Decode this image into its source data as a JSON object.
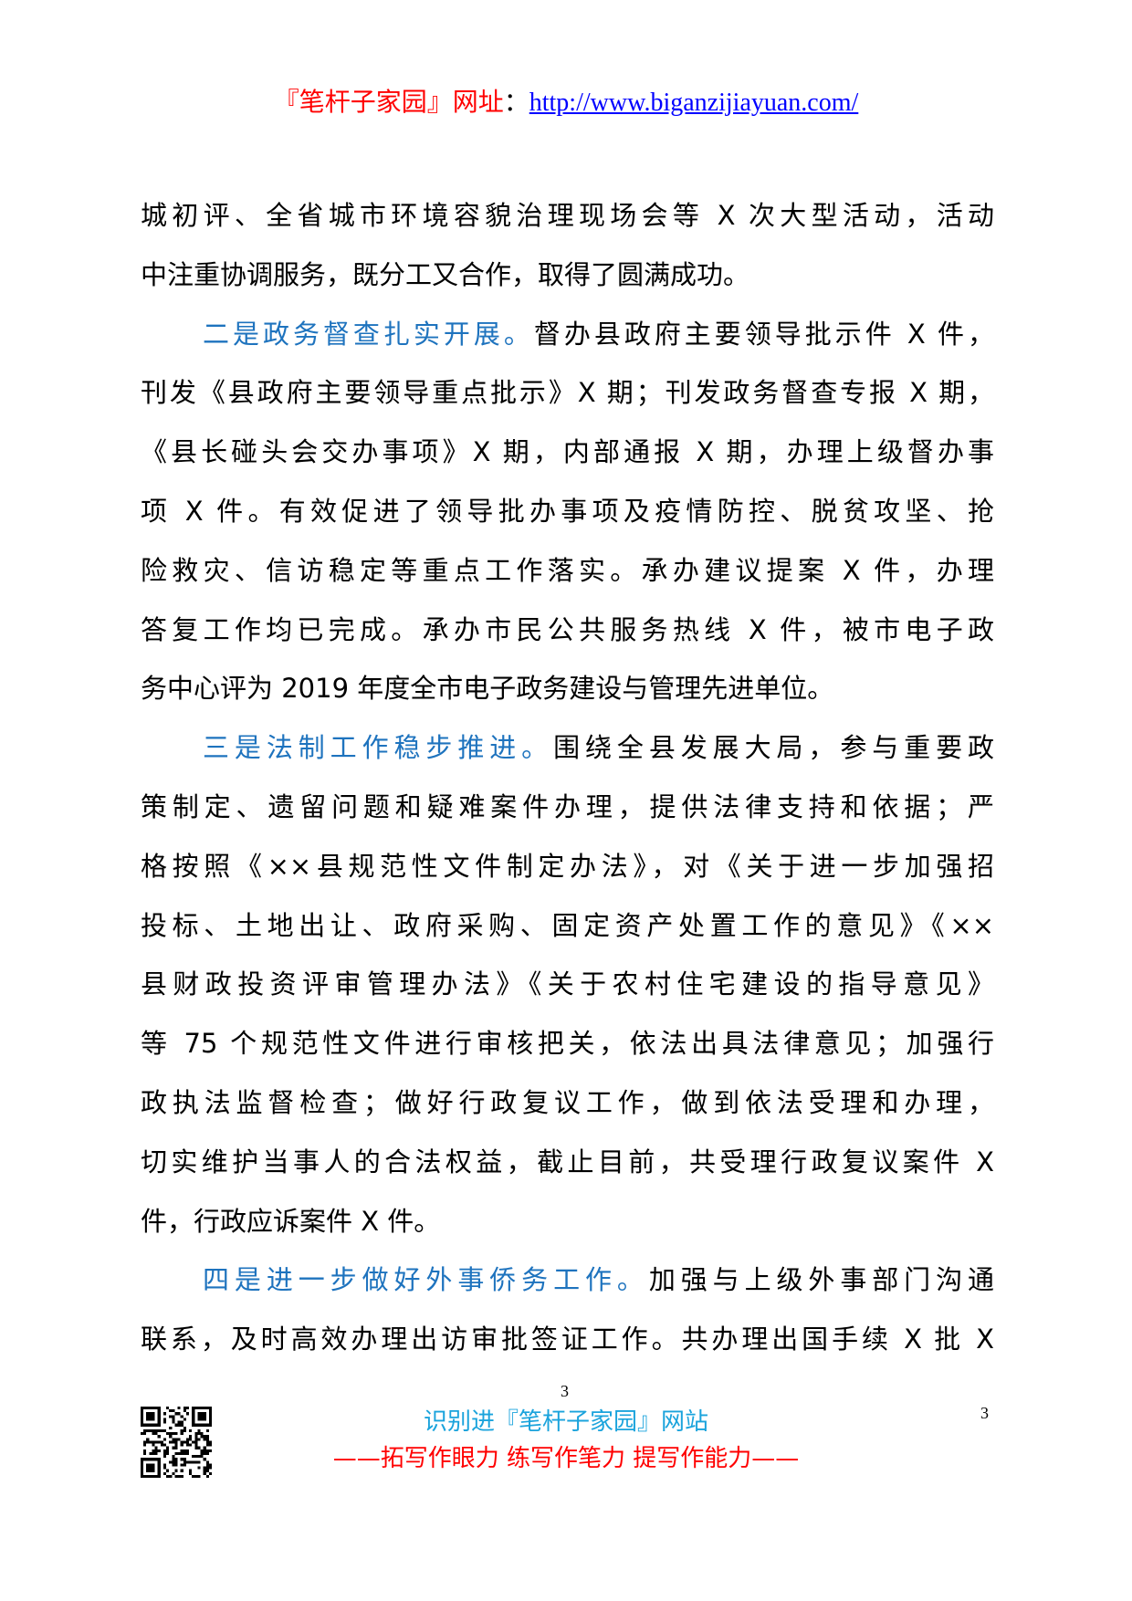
{
  "header": {
    "site_name": "『笔杆子家园』网址",
    "separator": "：",
    "url": "http://www.biganzijiayuan.com/"
  },
  "body": {
    "lines": [
      {
        "lead": "",
        "text": "城初评、全省城市环境容貌治理现场会等 X 次大型活动，活动",
        "last": false
      },
      {
        "lead": "",
        "text": "中注重协调服务，既分工又合作，取得了圆满成功。",
        "last": true
      },
      {
        "lead": "二是政务督查扎实开展。",
        "text": "督办县政府主要领导批示件 X 件，",
        "last": false
      },
      {
        "lead": "",
        "text": "刊发《县政府主要领导重点批示》X 期；刊发政务督查专报 X 期，",
        "last": false
      },
      {
        "lead": "",
        "text": "《县长碰头会交办事项》X 期，内部通报 X 期，办理上级督办事",
        "last": false
      },
      {
        "lead": "",
        "text": "项 X 件。有效促进了领导批办事项及疫情防控、脱贫攻坚、抢",
        "last": false
      },
      {
        "lead": "",
        "text": "险救灾、信访稳定等重点工作落实。承办建议提案 X 件，办理",
        "last": false
      },
      {
        "lead": "",
        "text": "答复工作均已完成。承办市民公共服务热线 X 件，被市电子政",
        "last": false
      },
      {
        "lead": "",
        "text": "务中心评为 2019 年度全市电子政务建设与管理先进单位。",
        "last": true
      },
      {
        "lead": "三是法制工作稳步推进。",
        "text": "围绕全县发展大局，参与重要政",
        "last": false
      },
      {
        "lead": "",
        "text": "策制定、遗留问题和疑难案件办理，提供法律支持和依据；严",
        "last": false
      },
      {
        "lead": "",
        "text": "格按照《××县规范性文件制定办法》，对《关于进一步加强招",
        "last": false
      },
      {
        "lead": "",
        "text": "投标、土地出让、政府采购、固定资产处置工作的意见》《××",
        "last": false
      },
      {
        "lead": "",
        "text": "县财政投资评审管理办法》《关于农村住宅建设的指导意见》",
        "last": false
      },
      {
        "lead": "",
        "text": "等 75 个规范性文件进行审核把关，依法出具法律意见；加强行",
        "last": false
      },
      {
        "lead": "",
        "text": "政执法监督检查；做好行政复议工作，做到依法受理和办理，",
        "last": false
      },
      {
        "lead": "",
        "text": "切实维护当事人的合法权益，截止目前，共受理行政复议案件 X",
        "last": false
      },
      {
        "lead": "",
        "text": "件，行政应诉案件 X 件。",
        "last": true
      },
      {
        "lead": "四是进一步做好外事侨务工作。",
        "text": "加强与上级外事部门沟通",
        "last": false
      },
      {
        "lead": "",
        "text": "联系，及时高效办理出访审批签证工作。共办理出国手续 X 批 X",
        "last": false
      }
    ]
  },
  "footer": {
    "line1": "识别进『笔杆子家园』网站",
    "line2": "——拓写作眼力  练写作笔力  提写作能力——",
    "page_number": "3",
    "page_number_overlay": "3"
  },
  "colors": {
    "heading_blue": "#1e73be",
    "header_red": "#ff0000",
    "link_blue": "#0000ff",
    "footer_cyan": "#1aa3dc"
  }
}
